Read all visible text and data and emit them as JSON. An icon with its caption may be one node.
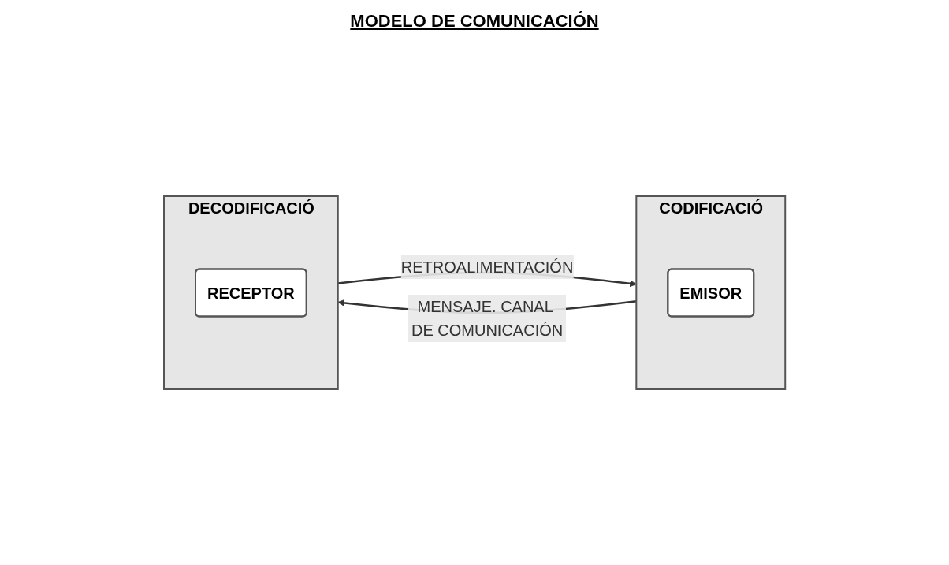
{
  "diagram": {
    "title": "MODELO DE COMUNICACIÓN",
    "nodes": [
      {
        "text": [
          "CODIFICACIÓ"
        ]
      },
      {
        "text": [
          "EMISOR"
        ],
        "in": 0
      },
      {
        "text": [
          "DECODIFICACIÓ"
        ]
      },
      {
        "text": [
          "RECEPTOR"
        ],
        "in": 2
      }
    ],
    "edges": [
      {
        "from": 0,
        "to": 2,
        "arrow": "to",
        "label": "MENSAJE. CANAL DE COMUNICACIÓN"
      },
      {
        "from": 2,
        "to": 0,
        "arrow": "to",
        "label": "RETROALIMENTACIÓN"
      }
    ]
  }
}
